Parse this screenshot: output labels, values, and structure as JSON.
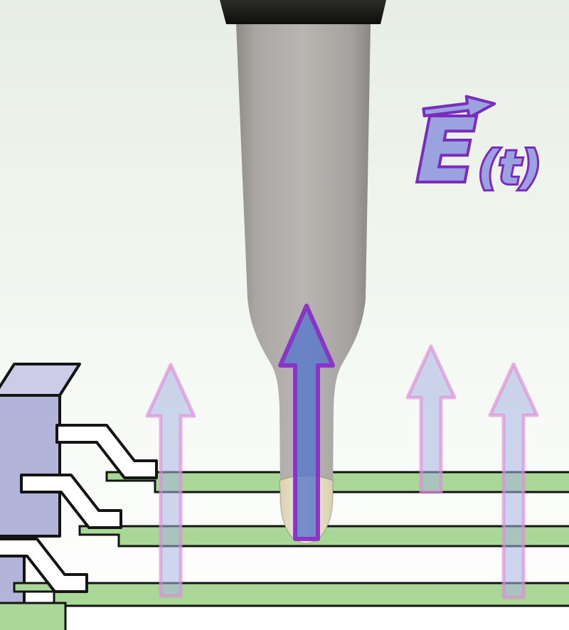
{
  "diagram": {
    "title": "Electro-optic probe measuring time-varying electric field above transmission lines",
    "label_e": "E",
    "label_t": "(t)",
    "colors": {
      "background_top": "#e7eee5",
      "background_bottom": "#ffffff",
      "probe_body": "#b2aeab",
      "probe_edge": "#8f8b88",
      "probe_cap": "#181815",
      "probe_tip": "#ece5c8",
      "trace_fill": "#a8d796",
      "outline": "#141414",
      "chip_front": "#b3b4d9",
      "chip_top": "#cccbe8",
      "lead_fill": "#ffffff",
      "field_arrow_fill": "#a5b4e1",
      "field_arrow_stroke": "#de8ed7",
      "main_arrow_fill": "#5577c8",
      "main_arrow_stroke": "#8a2fc6",
      "label_fill": "#9aa2e0",
      "label_stroke": "#7a2cbb"
    }
  }
}
